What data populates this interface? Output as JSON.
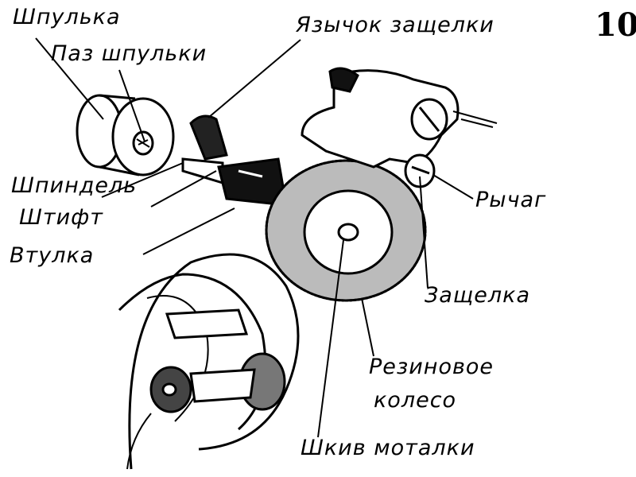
{
  "figure_number": "10",
  "labels": {
    "bobbin": "Шпулька",
    "bobbin_slot": "Паз шпульки",
    "latch_tongue": "Язычок защелки",
    "spindle": "Шпиндель",
    "pin": "Штифт",
    "sleeve": "Втулка",
    "lever": "Рычаг",
    "latch": "Защелка",
    "rubber_wheel_1": "Резиновое",
    "rubber_wheel_2": "колесо",
    "winder_pulley": "Шкив моталки"
  },
  "colors": {
    "ink": "#000000",
    "background": "#ffffff"
  }
}
